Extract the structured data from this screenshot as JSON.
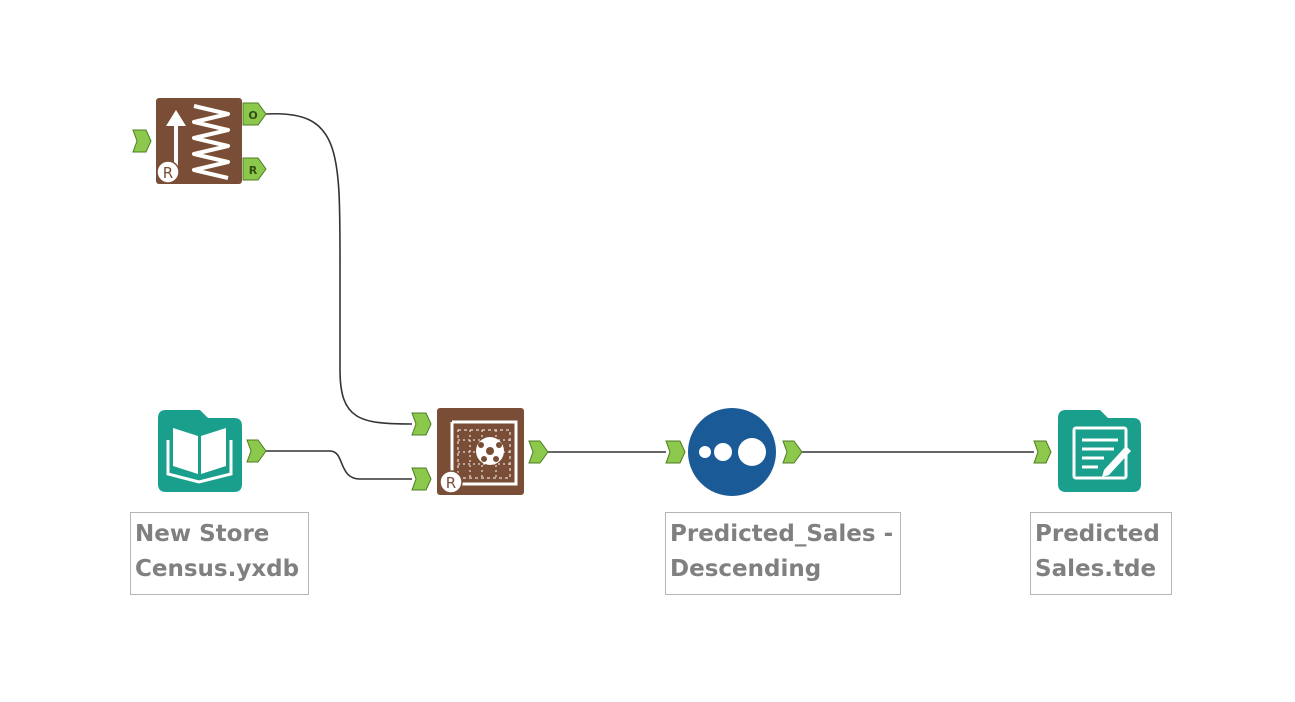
{
  "workflow": {
    "tools": [
      {
        "id": "score",
        "icon": "score-tool-icon",
        "badge": "R",
        "anchors": [
          "O",
          "R"
        ],
        "color": "#7a4e36"
      },
      {
        "id": "input",
        "icon": "input-data-book-icon",
        "label_lines": [
          "New Store",
          "Census.yxdb"
        ],
        "color": "#1a9f8c"
      },
      {
        "id": "model",
        "icon": "model-score-grid-icon",
        "badge": "R",
        "color": "#7a4e36"
      },
      {
        "id": "sort",
        "icon": "sort-dots-icon",
        "label_lines": [
          "Predicted_Sales -",
          "Descending"
        ],
        "color": "#1a5a96"
      },
      {
        "id": "output",
        "icon": "output-data-document-icon",
        "label_lines": [
          "Predicted",
          "Sales.tde"
        ],
        "color": "#1a9f8c"
      }
    ],
    "anchor_color": "#8cc84b"
  }
}
